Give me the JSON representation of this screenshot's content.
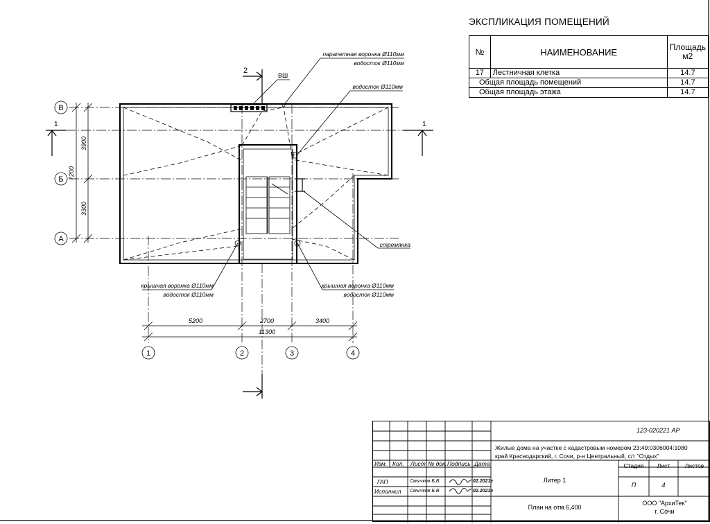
{
  "explication": {
    "title": "ЭКСПЛИКАЦИЯ ПОМЕЩЕНИЙ",
    "headers": {
      "no": "№",
      "name": "НАИМЕНОВАНИЕ",
      "area_line1": "Площадь",
      "area_line2": "м2"
    },
    "rows": [
      {
        "no": "17",
        "name": "Лестничная клетка",
        "area": "14.7"
      }
    ],
    "total_rooms": {
      "label": "Общая площадь  помещений",
      "area": "14.7"
    },
    "total_floor": {
      "label": "Общая площадь  этажа",
      "area": "14.7"
    }
  },
  "plan": {
    "axes_rows": [
      "В",
      "Б",
      "А"
    ],
    "axes_cols": [
      "1",
      "2",
      "3",
      "4"
    ],
    "dims_vertical": {
      "total": "7200",
      "upper": "3900",
      "lower": "3300"
    },
    "dims_horizontal": {
      "d1": "5200",
      "d2": "2700",
      "d3": "3400",
      "total": "11300"
    },
    "section_1": "1",
    "section_2": "2",
    "vent_label": "ВШ",
    "label_parapet_1": "парапетная воронка Ø110мм",
    "label_parapet_2": "водосток Ø110мм",
    "label_downpipe": "водосток Ø110мм",
    "label_ladder": "стремянка",
    "label_roof_left_1": "крышная воронка Ø110мм",
    "label_roof_left_2": "водосток Ø110мм",
    "label_roof_right_1": "крышная воронка Ø110мм",
    "label_roof_right_2": "водосток Ø110мм"
  },
  "stamp": {
    "code": "123-020221 АР",
    "project_line1": "Жилые дома на участке с кадастровым номером  23:49:0306004:1080",
    "project_line2": "край Краснодарский, г. Сочи, р-н Центральный, с/т \"Отдых\"",
    "col_izm": "Изм.",
    "col_kol": "Кол.",
    "col_list": "Лист",
    "col_doc": "№ док.",
    "col_sign": "Подпись",
    "col_date": "Дата",
    "role1": "ГАП",
    "name1": "Смычков Б.В.",
    "date1": "02.2021г",
    "role2": "Исполнил",
    "name2": "Смычков Б.В.",
    "date2": "02.2021г",
    "object": "Литер 1",
    "stage_label": "Стадия",
    "sheet_label": "Лист",
    "sheets_label": "Листов",
    "stage": "П",
    "sheet": "4",
    "sheets": "",
    "drawing_title": "План на отм.6,400",
    "company_1": "ООО \"АрхиТек\"",
    "company_2": "г. Сочи"
  }
}
